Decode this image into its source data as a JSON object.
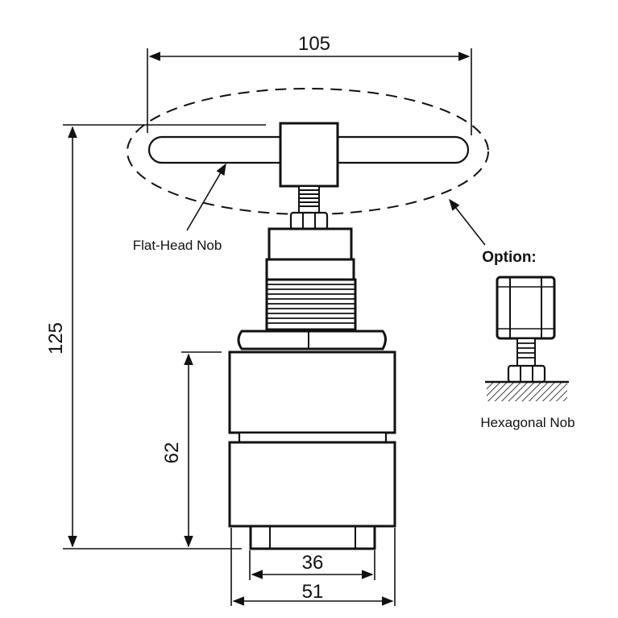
{
  "dimensions": {
    "width_top": "105",
    "height_total": "125",
    "height_body": "62",
    "width_bottom_inner": "36",
    "width_bottom_outer": "51"
  },
  "labels": {
    "flat_head": "Flat-Head Nob",
    "option": "Option:",
    "hexagonal": "Hexagonal Nob"
  }
}
